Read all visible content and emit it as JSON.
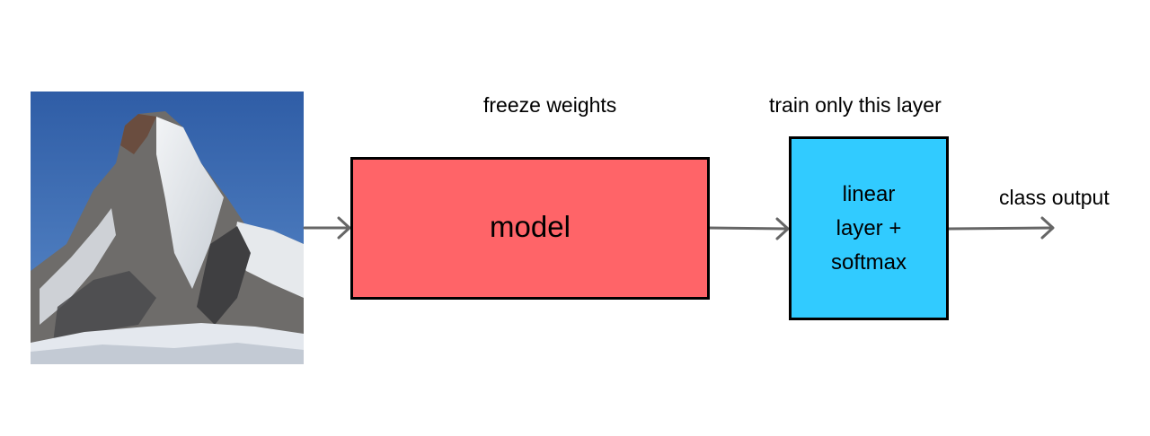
{
  "diagram": {
    "labels": {
      "freeze": "freeze weights",
      "train": "train only this layer",
      "output": "class output"
    },
    "nodes": {
      "model": {
        "label": "model",
        "fill": "#ff6468"
      },
      "linear": {
        "lines": [
          "linear",
          "layer +",
          "softmax"
        ],
        "fill": "#31cbff"
      }
    },
    "input_image": {
      "subject": "mountain-peak-photo",
      "sky_color": "#3b66a8"
    },
    "colors": {
      "arrow": "#666666",
      "border": "#000000"
    },
    "edges": [
      {
        "from": "input_image",
        "to": "model"
      },
      {
        "from": "model",
        "to": "linear"
      },
      {
        "from": "linear",
        "to": "output"
      }
    ]
  }
}
